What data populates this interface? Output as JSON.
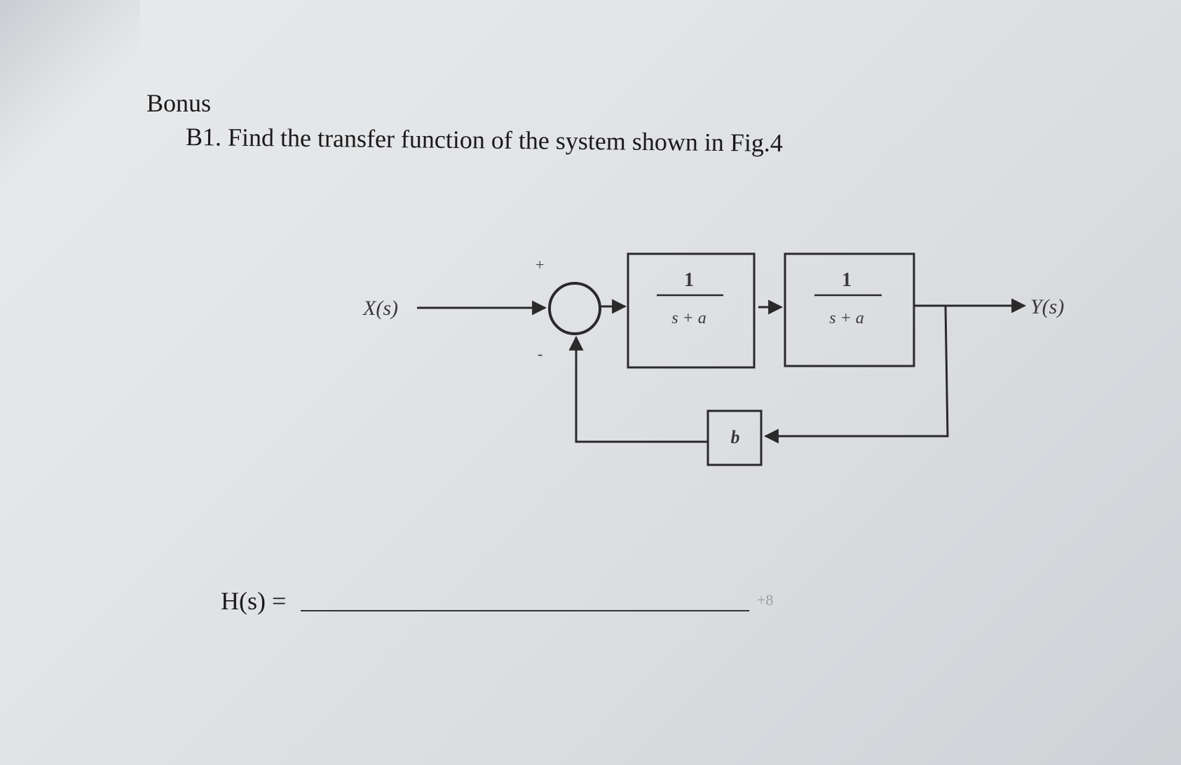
{
  "heading": "Bonus",
  "question": "B1. Find the transfer function of the system shown in Fig.4",
  "diagram": {
    "input_label": "X(s)",
    "output_label": "Y(s)",
    "sum_plus": "+",
    "sum_minus": "-",
    "block1": {
      "numerator": "1",
      "denominator": "s + a"
    },
    "block2": {
      "numerator": "1",
      "denominator": "s + a"
    },
    "feedback_block": "b"
  },
  "answer": {
    "label": "H(s) ="
  },
  "page_mark": "+8"
}
